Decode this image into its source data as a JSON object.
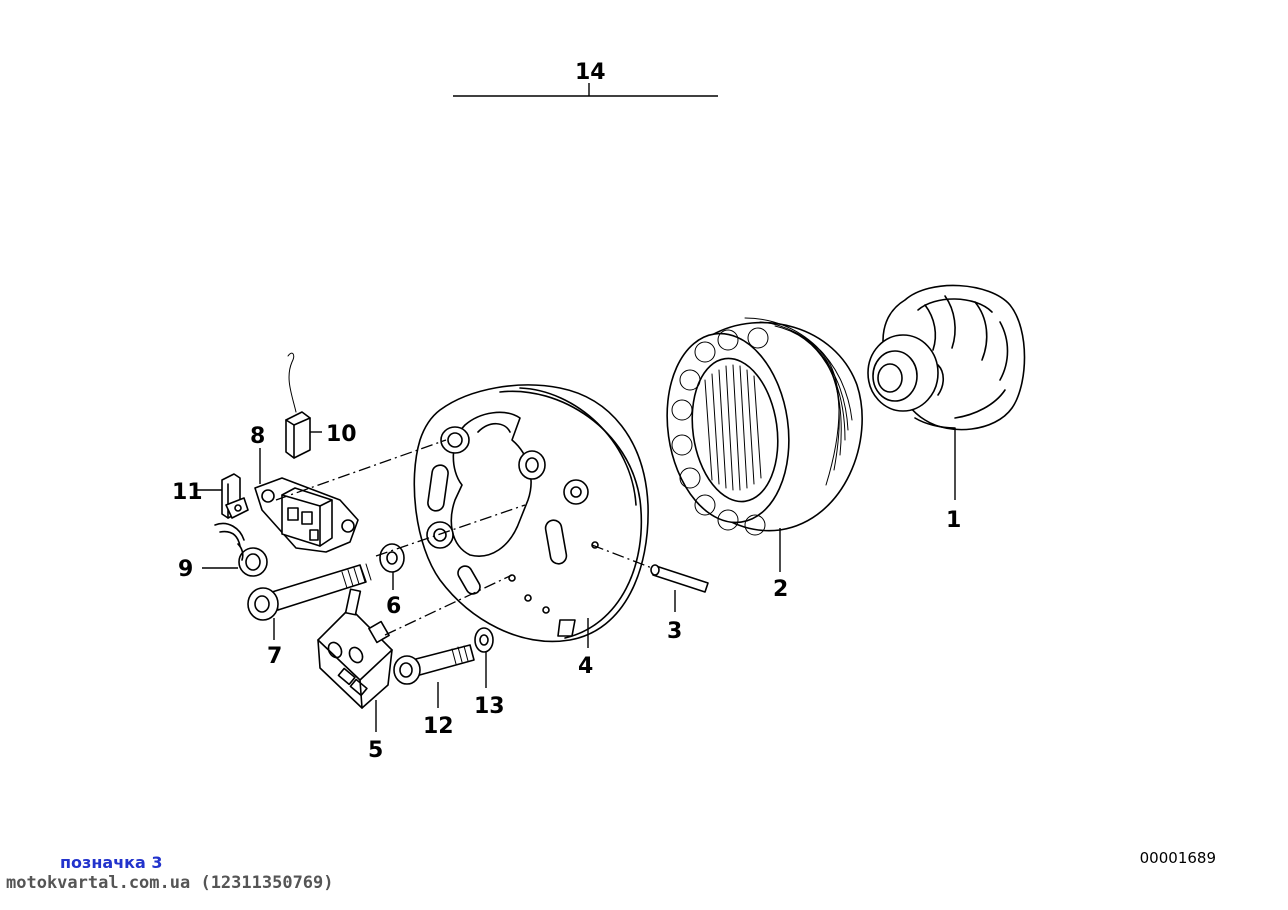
{
  "diagram": {
    "callouts": {
      "c1": "1",
      "c2": "2",
      "c3": "3",
      "c4": "4",
      "c5": "5",
      "c6": "6",
      "c7": "7",
      "c8": "8",
      "c9": "9",
      "c10": "10",
      "c11": "11",
      "c12": "12",
      "c13": "13",
      "c14": "14"
    },
    "figure_number": "00001689"
  },
  "overlay": {
    "label_tag": "позначка 3",
    "watermark": "motokvartal.com.ua (12311350769)"
  }
}
